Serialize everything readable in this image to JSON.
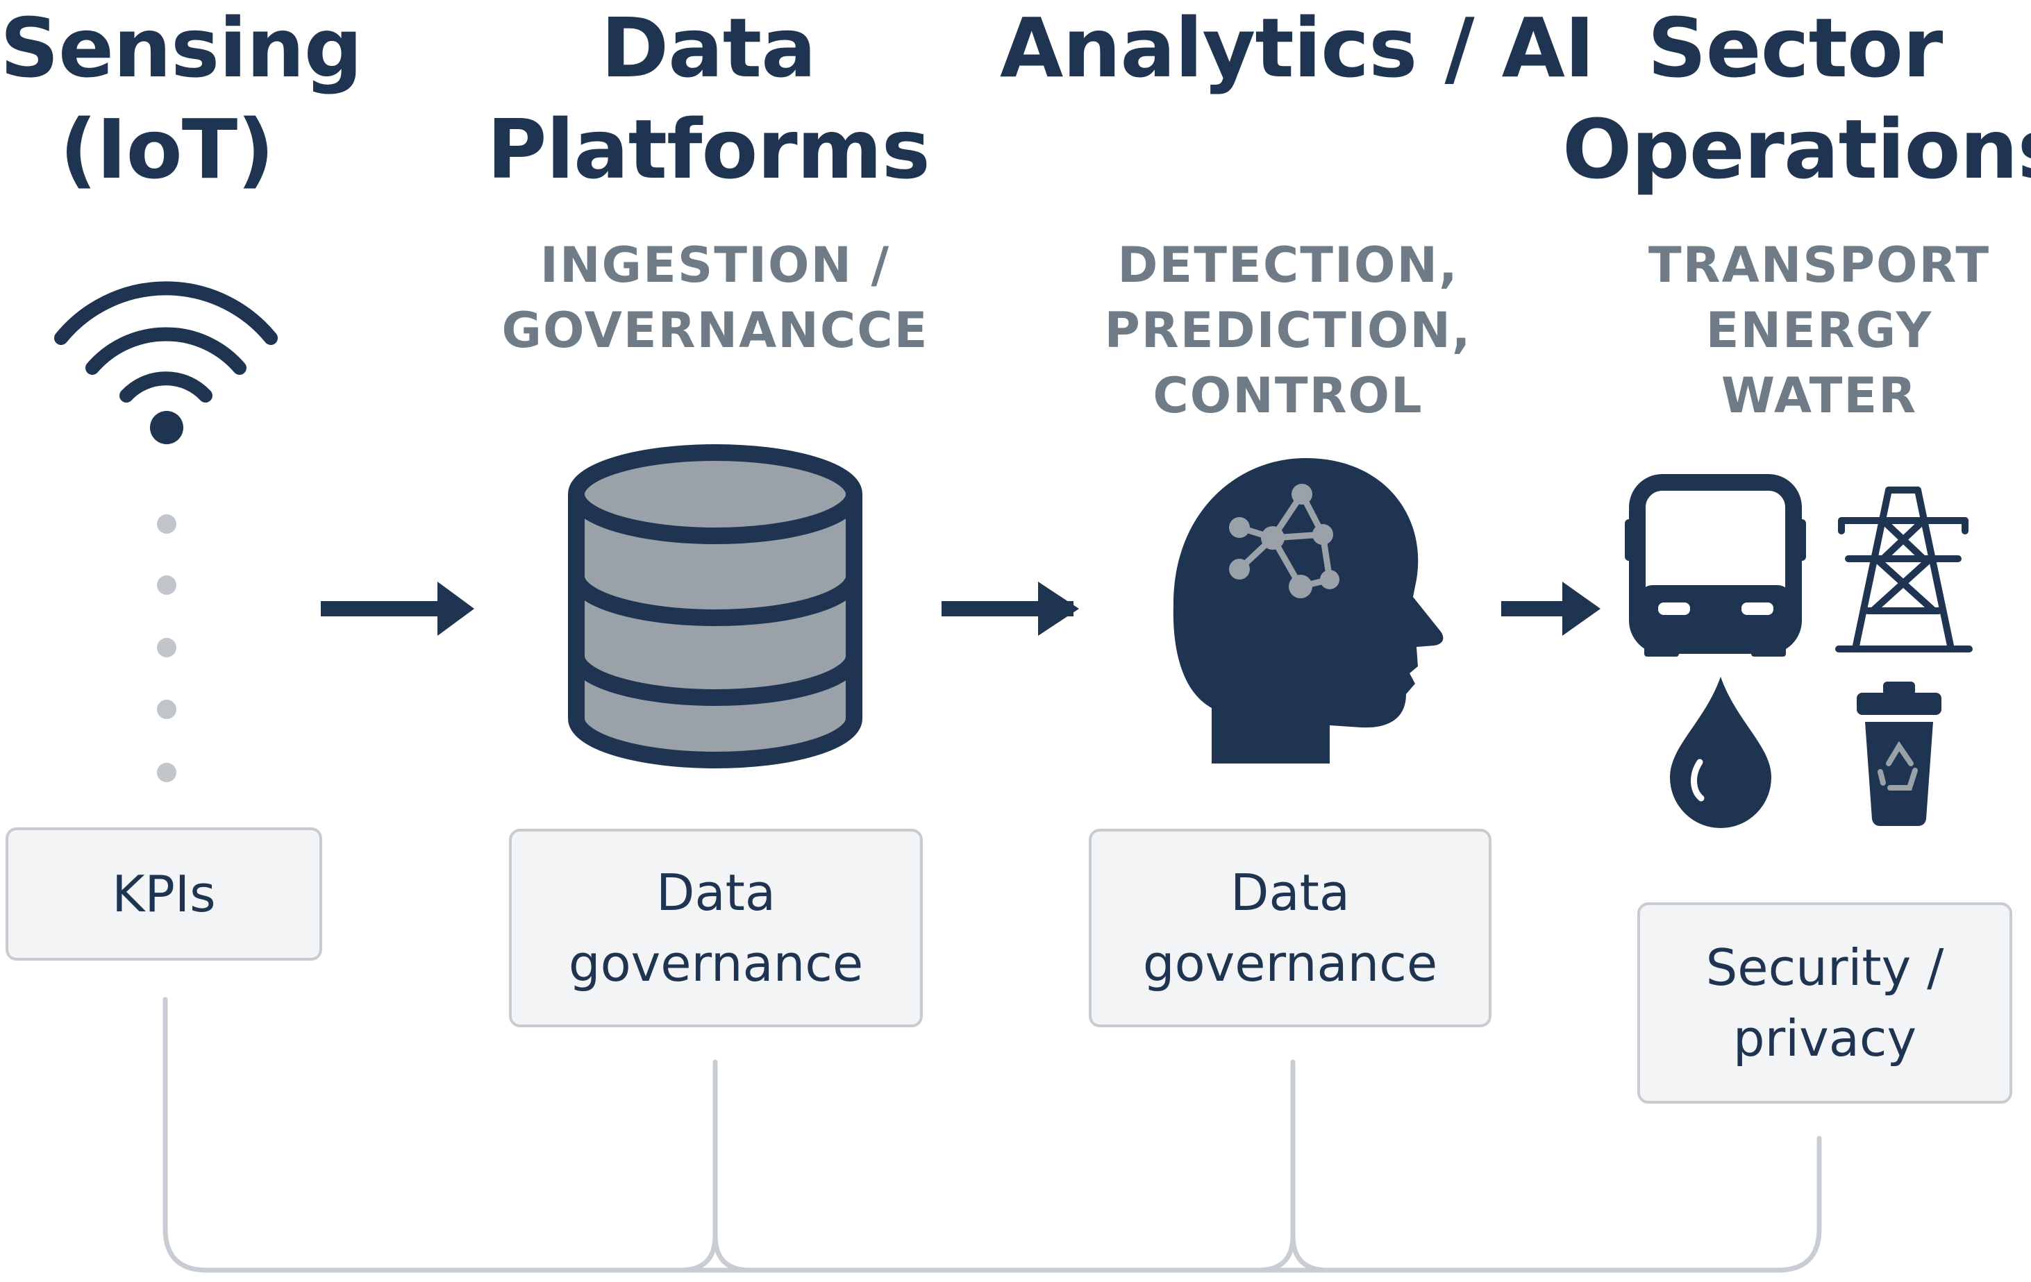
{
  "stages": [
    {
      "id": "sensing",
      "title_lines": [
        "Sensing",
        "(IoT)"
      ],
      "subtitle_lines": [],
      "box_lines": [
        "KPIs"
      ],
      "icon": "wifi-signal-icon"
    },
    {
      "id": "data-platforms",
      "title_lines": [
        "Data",
        "Platforms"
      ],
      "subtitle_lines": [
        "INGESTION /",
        "GOVERNANCCE"
      ],
      "box_lines": [
        "Data",
        "governance"
      ],
      "icon": "database-icon"
    },
    {
      "id": "analytics",
      "title_lines": [
        "Analytics / AI"
      ],
      "subtitle_lines": [
        "DETECTION,",
        "PREDICTION,",
        "CONTROL"
      ],
      "box_lines": [
        "Data",
        "governance"
      ],
      "icon": "ai-head-icon"
    },
    {
      "id": "sector-operations",
      "title_lines": [
        "Sector",
        "Operations"
      ],
      "subtitle_lines": [
        "TRANSPORT",
        "ENERGY",
        "WATER"
      ],
      "box_lines": [
        "Security /",
        "privacy"
      ],
      "icons": [
        "bus-icon",
        "power-pylon-icon",
        "water-drop-icon",
        "recycle-bin-icon"
      ]
    }
  ],
  "colors": {
    "primary": "#1f3450",
    "subtitle": "#6f7c87",
    "cylinder_fill": "#9aa1a8",
    "dots": "#c0c5cb",
    "box_fill": "#f3f4f6",
    "box_border": "#c7ccd2",
    "connector": "#c8cdd3"
  }
}
